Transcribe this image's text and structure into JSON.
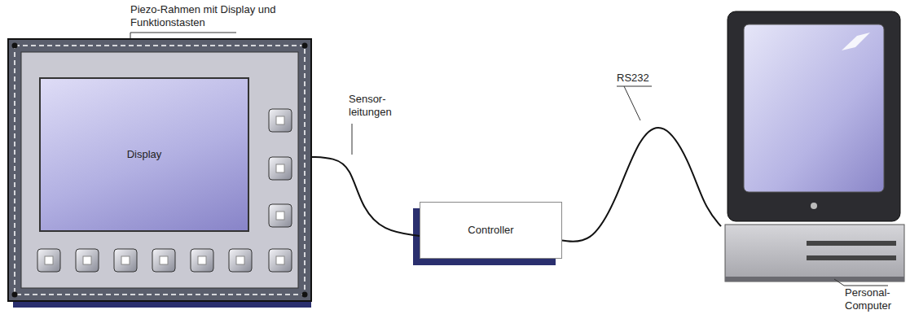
{
  "diagram": {
    "nodes": [
      {
        "text": [
          "Piezo-Rahmen mit Display und Funktionstasten"
        ]
      },
      {
        "text": [
          "Display"
        ],
        "in": 0
      },
      {
        "text": [
          "Controller"
        ]
      },
      {
        "text": [
          "Personal- Computer"
        ]
      }
    ],
    "edges": [
      {
        "from": 0,
        "to": 2,
        "arrow": "none",
        "label": "Sensor- leitungen"
      },
      {
        "from": 2,
        "to": 3,
        "arrow": "none",
        "label": "RS232"
      }
    ]
  }
}
